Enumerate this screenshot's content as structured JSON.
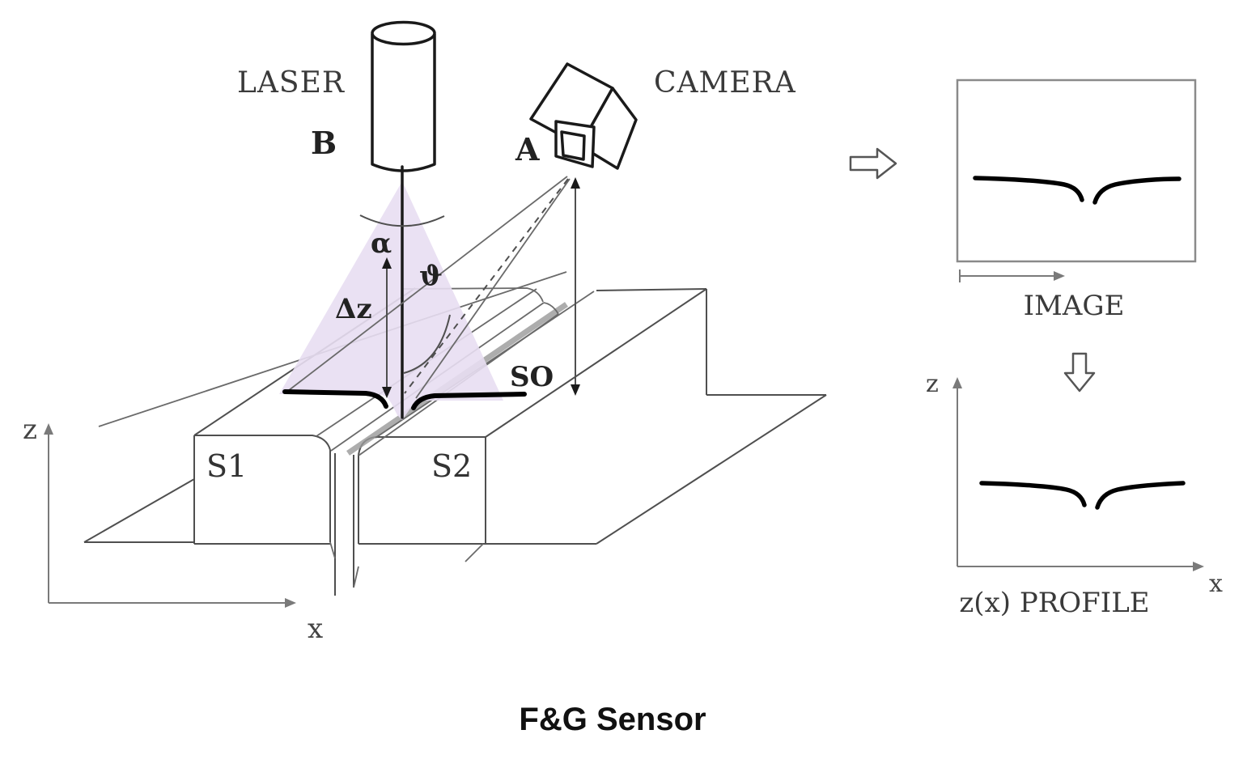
{
  "caption": "F&G Sensor",
  "scene": {
    "laser": {
      "label": "LASER",
      "point": "B"
    },
    "camera": {
      "label": "CAMERA",
      "point": "A"
    },
    "symbols": {
      "alpha": "α",
      "theta": "ϑ",
      "delta_z": "Δz",
      "seam": "SO"
    },
    "plates": {
      "left": "S1",
      "right": "S2"
    },
    "axes": {
      "vertical": "z",
      "horizontal": "x"
    }
  },
  "image_panel": {
    "label": "IMAGE"
  },
  "profile_panel": {
    "label": "z(x) PROFILE",
    "axes": {
      "vertical": "z",
      "horizontal": "x"
    }
  },
  "colors": {
    "background": "#ffffff",
    "fan_fill": "#e8def2",
    "ink": "#1a1a1a",
    "scene_line": "#4f4f4f",
    "label_text": "#3a3a3a",
    "gap_stripe": "#999999",
    "profile_stroke": "#000000"
  }
}
